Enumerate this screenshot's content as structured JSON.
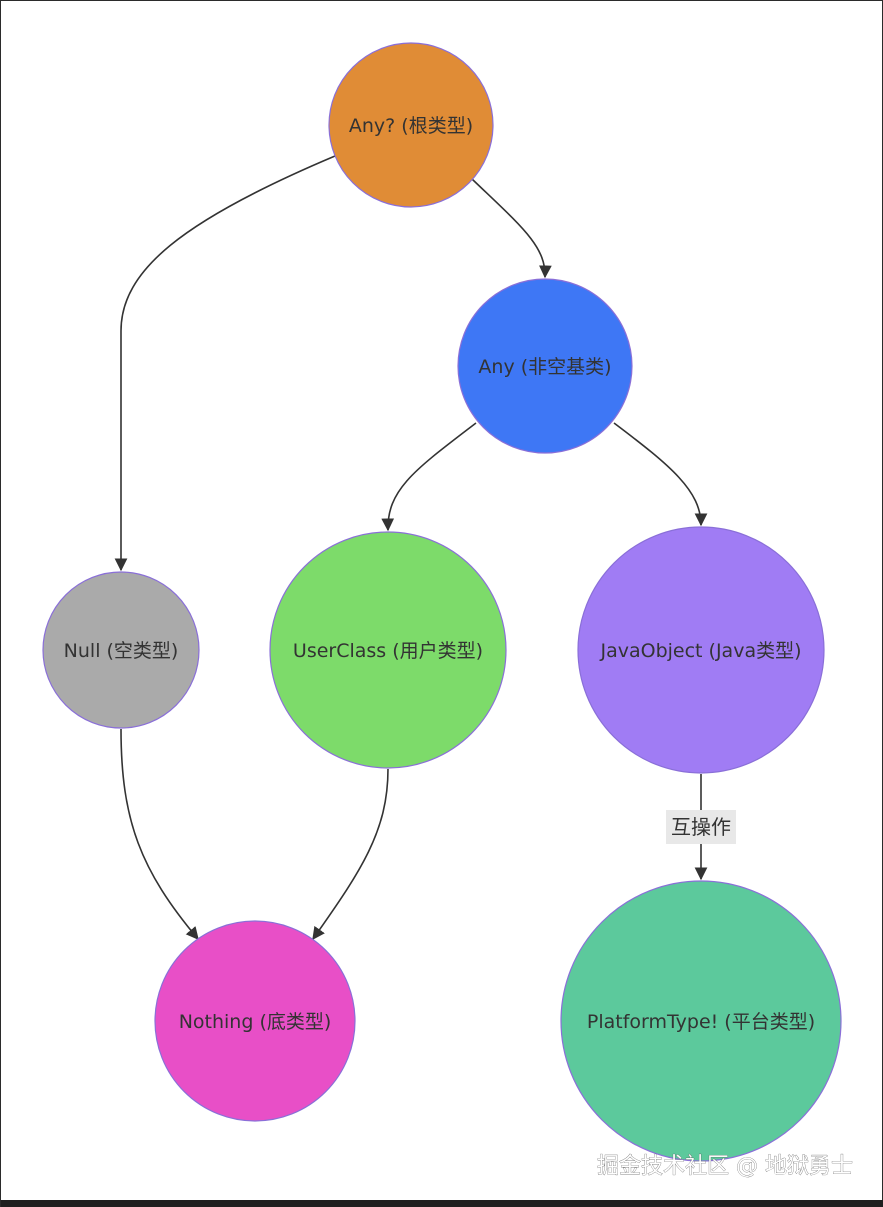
{
  "diagram": {
    "nodes": [
      {
        "id": "any_nullable",
        "label": "Any? (根类型)",
        "color": "#e08c36"
      },
      {
        "id": "any",
        "label": "Any (非空基类)",
        "color": "#3e77f5"
      },
      {
        "id": "null",
        "label": "Null (空类型)",
        "color": "#aaaaaa"
      },
      {
        "id": "userclass",
        "label": "UserClass (用户类型)",
        "color": "#7ddb6a"
      },
      {
        "id": "javaobject",
        "label": "JavaObject (Java类型)",
        "color": "#a07cf4"
      },
      {
        "id": "nothing",
        "label": "Nothing (底类型)",
        "color": "#e84fc7"
      },
      {
        "id": "platformtype",
        "label": "PlatformType! (平台类型)",
        "color": "#5cc99c"
      }
    ],
    "edges": [
      {
        "from": "any_nullable",
        "to": "null",
        "label": ""
      },
      {
        "from": "any_nullable",
        "to": "any",
        "label": ""
      },
      {
        "from": "any",
        "to": "userclass",
        "label": ""
      },
      {
        "from": "any",
        "to": "javaobject",
        "label": ""
      },
      {
        "from": "null",
        "to": "nothing",
        "label": ""
      },
      {
        "from": "userclass",
        "to": "nothing",
        "label": ""
      },
      {
        "from": "javaobject",
        "to": "platformtype",
        "label": "互操作"
      }
    ],
    "node_border_color": "#8a6fd8",
    "edge_color": "#333333",
    "edge_label_bg": "#e8e8e8"
  },
  "watermark": "掘金技术社区 @ 地狱勇士"
}
